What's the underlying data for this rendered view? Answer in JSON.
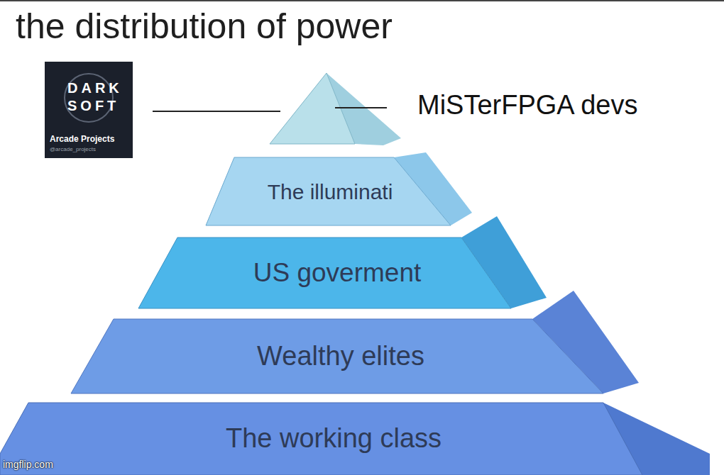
{
  "diagram": {
    "title": "the distribution of power",
    "nodes": [
      {
        "text": [
          "The illuminati"
        ]
      },
      {
        "text": [
          "US goverment"
        ]
      },
      {
        "text": [
          "Wealthy elites"
        ]
      },
      {
        "text": [
          "The working class"
        ]
      }
    ],
    "labels": [
      "MiSTerFPGA devs",
      "DARK",
      "SOFT",
      "Arcade Projects",
      "@arcade_projects",
      "imgflip.com"
    ]
  }
}
